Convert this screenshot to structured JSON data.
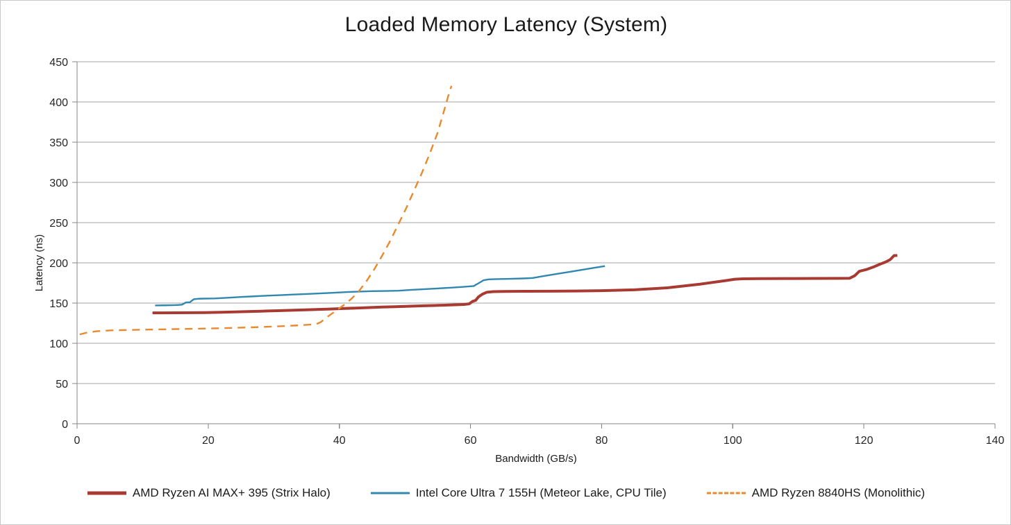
{
  "chart_data": {
    "type": "line",
    "title": "Loaded Memory Latency (System)",
    "xlabel": "Bandwidth (GB/s)",
    "ylabel": "Latency (ns)",
    "xlim": [
      0,
      140
    ],
    "ylim": [
      0,
      450
    ],
    "xticks": [
      0,
      20,
      40,
      60,
      80,
      100,
      120,
      140
    ],
    "yticks": [
      0,
      50,
      100,
      150,
      200,
      250,
      300,
      350,
      400,
      450
    ],
    "grid": "horizontal",
    "legend_position": "bottom",
    "series": [
      {
        "name": "AMD Ryzen AI MAX+ 395 (Strix Halo)",
        "color": "#A83A32",
        "style": "solid",
        "width": 4,
        "points": [
          [
            11.5,
            137.8
          ],
          [
            13.0,
            137.8
          ],
          [
            15.0,
            137.9
          ],
          [
            17.5,
            138.0
          ],
          [
            19.5,
            138.2
          ],
          [
            22.0,
            138.6
          ],
          [
            25.0,
            139.2
          ],
          [
            28.0,
            139.9
          ],
          [
            31.0,
            140.6
          ],
          [
            34.0,
            141.4
          ],
          [
            36.5,
            142.0
          ],
          [
            38.5,
            142.6
          ],
          [
            40.5,
            143.2
          ],
          [
            42.5,
            143.8
          ],
          [
            44.5,
            144.4
          ],
          [
            46.5,
            145.0
          ],
          [
            48.5,
            145.5
          ],
          [
            50.5,
            146.0
          ],
          [
            52.5,
            146.5
          ],
          [
            54.5,
            147.0
          ],
          [
            56.5,
            147.5
          ],
          [
            58.0,
            148.0
          ],
          [
            59.0,
            148.3
          ],
          [
            59.8,
            149.0
          ],
          [
            60.3,
            152.0
          ],
          [
            60.8,
            153.5
          ],
          [
            61.2,
            157.5
          ],
          [
            61.8,
            161.0
          ],
          [
            62.5,
            163.5
          ],
          [
            63.5,
            164.2
          ],
          [
            65.0,
            164.4
          ],
          [
            68.0,
            164.6
          ],
          [
            72.0,
            164.8
          ],
          [
            76.0,
            165.0
          ],
          [
            80.0,
            165.4
          ],
          [
            85.0,
            166.5
          ],
          [
            90.0,
            169.0
          ],
          [
            95.0,
            173.5
          ],
          [
            99.0,
            178.0
          ],
          [
            100.3,
            179.6
          ],
          [
            101.5,
            180.2
          ],
          [
            104.0,
            180.4
          ],
          [
            108.0,
            180.5
          ],
          [
            112.0,
            180.6
          ],
          [
            116.0,
            180.7
          ],
          [
            117.8,
            180.8
          ],
          [
            118.6,
            184.0
          ],
          [
            119.3,
            189.5
          ],
          [
            120.5,
            192.0
          ],
          [
            121.5,
            195.0
          ],
          [
            122.5,
            198.5
          ],
          [
            123.3,
            201.0
          ],
          [
            124.0,
            204.0
          ],
          [
            124.6,
            209.0
          ],
          [
            125.1,
            209.2
          ]
        ]
      },
      {
        "name": "Intel Core Ultra 7 155H (Meteor Lake, CPU Tile)",
        "color": "#3087B0",
        "style": "solid",
        "width": 2.4,
        "points": [
          [
            11.9,
            147.0
          ],
          [
            13.2,
            147.2
          ],
          [
            14.5,
            147.4
          ],
          [
            15.3,
            147.6
          ],
          [
            16.0,
            148.0
          ],
          [
            16.6,
            150.8
          ],
          [
            17.2,
            151.0
          ],
          [
            17.8,
            154.8
          ],
          [
            18.6,
            155.4
          ],
          [
            19.6,
            155.6
          ],
          [
            21.0,
            155.8
          ],
          [
            23.0,
            156.6
          ],
          [
            25.0,
            157.6
          ],
          [
            27.0,
            158.4
          ],
          [
            29.0,
            159.2
          ],
          [
            31.0,
            159.9
          ],
          [
            33.0,
            160.6
          ],
          [
            35.0,
            161.3
          ],
          [
            37.0,
            162.0
          ],
          [
            39.0,
            162.8
          ],
          [
            41.0,
            163.6
          ],
          [
            43.0,
            164.3
          ],
          [
            45.0,
            164.8
          ],
          [
            47.0,
            165.0
          ],
          [
            49.0,
            165.4
          ],
          [
            51.0,
            166.4
          ],
          [
            53.0,
            167.3
          ],
          [
            55.0,
            168.2
          ],
          [
            57.0,
            169.1
          ],
          [
            59.0,
            170.2
          ],
          [
            60.5,
            171.2
          ],
          [
            61.3,
            175.0
          ],
          [
            62.0,
            178.4
          ],
          [
            62.8,
            179.5
          ],
          [
            64.0,
            179.8
          ],
          [
            66.0,
            180.1
          ],
          [
            68.0,
            180.6
          ],
          [
            69.5,
            181.2
          ],
          [
            71.0,
            183.3
          ],
          [
            73.0,
            186.0
          ],
          [
            75.0,
            188.6
          ],
          [
            77.0,
            191.3
          ],
          [
            79.0,
            194.0
          ],
          [
            80.5,
            196.0
          ]
        ]
      },
      {
        "name": "AMD Ryzen 8840HS (Monolithic)",
        "color": "#E8892C",
        "style": "dashed",
        "width": 2.4,
        "points": [
          [
            0.4,
            111.0
          ],
          [
            1.6,
            113.5
          ],
          [
            3.0,
            115.0
          ],
          [
            5.0,
            116.0
          ],
          [
            8.0,
            116.6
          ],
          [
            12.0,
            117.2
          ],
          [
            16.0,
            117.8
          ],
          [
            20.0,
            118.4
          ],
          [
            24.0,
            119.2
          ],
          [
            28.0,
            120.2
          ],
          [
            31.0,
            121.2
          ],
          [
            33.5,
            122.2
          ],
          [
            35.5,
            123.2
          ],
          [
            36.5,
            123.8
          ],
          [
            37.2,
            126.5
          ],
          [
            38.2,
            133.0
          ],
          [
            39.4,
            140.0
          ],
          [
            40.6,
            147.0
          ],
          [
            41.8,
            155.0
          ],
          [
            43.0,
            165.0
          ],
          [
            44.2,
            178.0
          ],
          [
            45.4,
            193.0
          ],
          [
            46.6,
            210.0
          ],
          [
            47.8,
            228.0
          ],
          [
            49.0,
            248.0
          ],
          [
            50.2,
            268.0
          ],
          [
            51.4,
            290.0
          ],
          [
            52.6,
            312.0
          ],
          [
            53.8,
            336.0
          ],
          [
            55.0,
            362.0
          ],
          [
            56.0,
            390.0
          ],
          [
            56.7,
            410.0
          ],
          [
            57.1,
            420.0
          ]
        ]
      }
    ]
  },
  "legend": {
    "items": [
      {
        "label": "AMD Ryzen AI MAX+ 395 (Strix Halo)",
        "color": "#A83A32",
        "style": "solid"
      },
      {
        "label": "Intel Core Ultra 7 155H (Meteor Lake, CPU Tile)",
        "color": "#3087B0",
        "style": "solid"
      },
      {
        "label": "AMD Ryzen 8840HS (Monolithic)",
        "color": "#E8892C",
        "style": "dashed"
      }
    ]
  }
}
